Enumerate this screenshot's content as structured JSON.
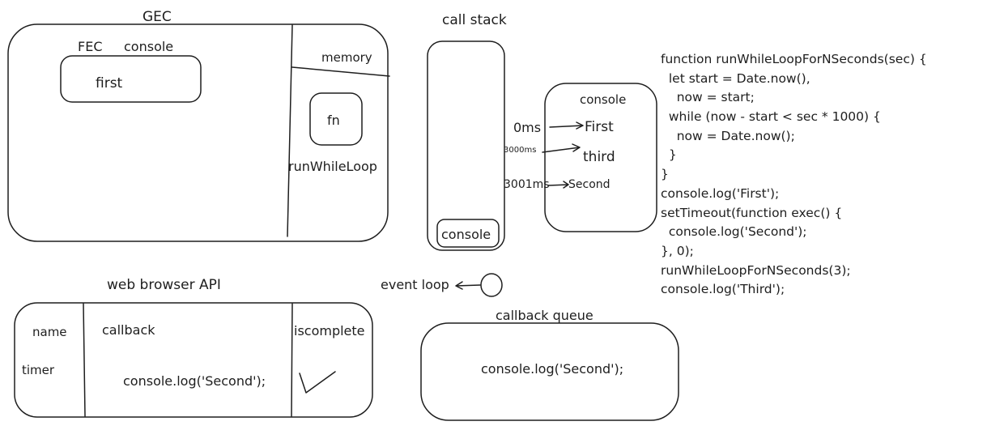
{
  "gec": {
    "title": "GEC",
    "fec_label": "FEC",
    "console_label": "console",
    "console_output": "first",
    "memory_label": "memory",
    "memory_fn": "fn",
    "memory_fn_name": "runWhileLoop"
  },
  "call_stack": {
    "title": "call stack",
    "frame": "console"
  },
  "console_panel": {
    "title": "console",
    "entries": [
      {
        "time": "0ms",
        "output": "First"
      },
      {
        "time": "3000ms",
        "output": "third"
      },
      {
        "time": "3001ms",
        "output": "Second"
      }
    ]
  },
  "code": {
    "lines": [
      "function runWhileLoopForNSeconds(sec) {",
      "  let start = Date.now(),",
      "    now = start;",
      "  while (now - start < sec * 1000) {",
      "    now = Date.now();",
      "  }",
      "}",
      "console.log('First');",
      "setTimeout(function exec() {",
      "  console.log('Second');",
      "}, 0);",
      "runWhileLoopForNSeconds(3);",
      "console.log('Third');"
    ]
  },
  "web_api": {
    "title": "web browser API",
    "col_name": "name",
    "col_callback": "callback",
    "col_complete": "iscomplete",
    "row_name": "timer",
    "row_callback": "console.log('Second');",
    "row_complete_icon": "checkmark-icon"
  },
  "event_loop": {
    "label": "event loop"
  },
  "callback_queue": {
    "title": "callback queue",
    "item": "console.log('Second');"
  },
  "colors": {
    "stroke": "#1e1e1e",
    "background": "#ffffff"
  }
}
